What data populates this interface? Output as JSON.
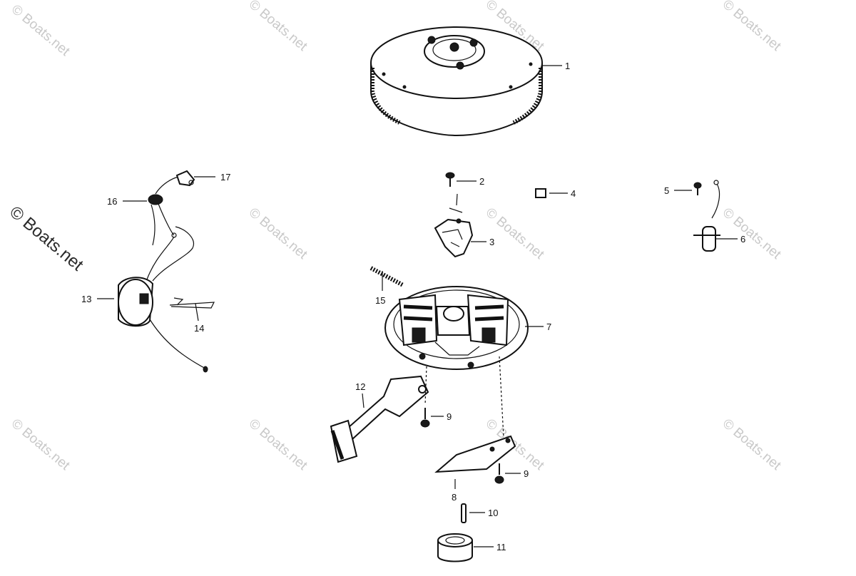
{
  "watermark": {
    "small": "© Boats.net",
    "large": "© Boats.net"
  },
  "callouts": [
    {
      "id": "1",
      "part": "flywheel"
    },
    {
      "id": "2",
      "part": "screw"
    },
    {
      "id": "3",
      "part": "breaker-points"
    },
    {
      "id": "4",
      "part": "felt-wick"
    },
    {
      "id": "5",
      "part": "screw"
    },
    {
      "id": "6",
      "part": "condenser"
    },
    {
      "id": "7",
      "part": "armature-plate"
    },
    {
      "id": "8",
      "part": "retainer-plate"
    },
    {
      "id": "9",
      "part": "screw"
    },
    {
      "id": "9",
      "part": "screw"
    },
    {
      "id": "10",
      "part": "key"
    },
    {
      "id": "11",
      "part": "cam"
    },
    {
      "id": "12",
      "part": "throttle-lever"
    },
    {
      "id": "13",
      "part": "ignition-coil"
    },
    {
      "id": "14",
      "part": "clip"
    },
    {
      "id": "15",
      "part": "spring"
    },
    {
      "id": "16",
      "part": "grommet"
    },
    {
      "id": "17",
      "part": "spark-plug-boot"
    }
  ],
  "colors": {
    "ink": "#111111",
    "watermark": "#c9c9c9",
    "background": "#ffffff"
  }
}
